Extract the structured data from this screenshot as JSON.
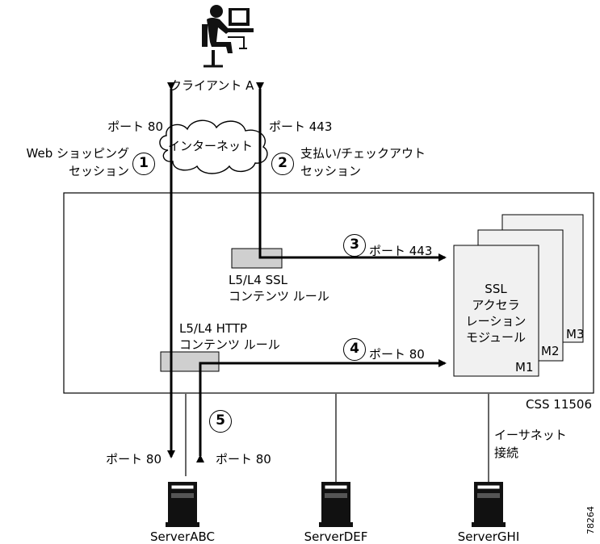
{
  "client": {
    "label": "クライアント A"
  },
  "internet": {
    "label": "インターネット"
  },
  "left_path": {
    "port_label": "ポート 80",
    "session_line1": "Web ショッピング",
    "session_line2": "セッション",
    "step": "1"
  },
  "right_path": {
    "port_label": "ポート 443",
    "session_line1": "支払い/チェックアウト",
    "session_line2": "セッション",
    "step": "2"
  },
  "ssl_rule": {
    "line1": "L5/L4 SSL",
    "line2": "コンテンツ ルール"
  },
  "http_rule": {
    "line1": "L5/L4 HTTP",
    "line2": "コンテンツ ルール"
  },
  "flow3": {
    "step": "3",
    "port_label": "ポート 443"
  },
  "flow4": {
    "step": "4",
    "port_label": "ポート 80"
  },
  "flow5": {
    "step": "5"
  },
  "ssl_module": {
    "line1": "SSL",
    "line2": "アクセラ",
    "line3": "レーション",
    "line4": "モジュール",
    "m1": "M1",
    "m2": "M2",
    "m3": "M3"
  },
  "css_device": {
    "label": "CSS 11506"
  },
  "ethernet": {
    "line1": "イーサネット",
    "line2": "接続"
  },
  "server_ports": {
    "left": "ポート 80",
    "right": "ポート 80"
  },
  "servers": [
    {
      "name": "ServerABC"
    },
    {
      "name": "ServerDEF"
    },
    {
      "name": "ServerGHI"
    }
  ],
  "figure_id": "78264"
}
